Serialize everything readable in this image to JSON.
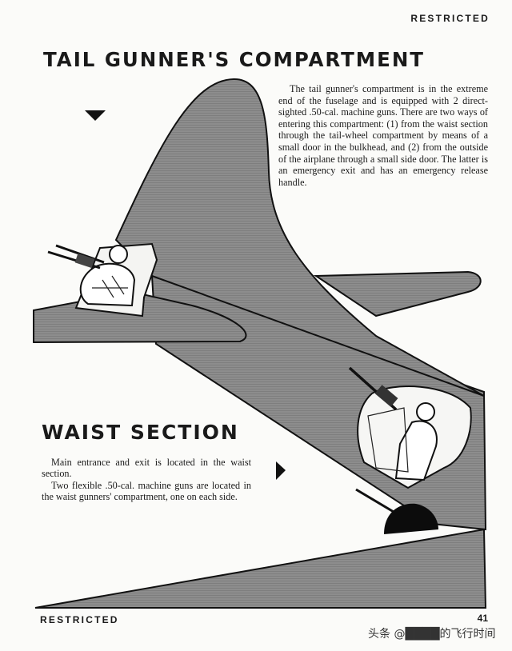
{
  "header": {
    "label": "RESTRICTED"
  },
  "footer": {
    "label": "RESTRICTED",
    "page_number": "41"
  },
  "tail_section": {
    "title": "TAIL GUNNER'S COMPARTMENT",
    "paragraph": "The tail gunner's compartment is in the extreme end of the fuselage and is equipped with 2 direct-sighted .50-cal. machine guns. There are two ways of entering this compartment: (1) from the waist section through the tail-wheel compartment by means of a small door in the bulkhead, and (2) from the outside of the airplane through a small side door. The latter is an emergency exit and has an emergency release handle."
  },
  "waist_section": {
    "title": "WAIST SECTION",
    "paragraphs": [
      "Main entrance and exit is located in the waist section.",
      "Two flexible .50-cal. machine guns are located in the waist gunners' compartment, one on each side."
    ]
  },
  "watermark": {
    "text": "头条 @████的飞行时间"
  },
  "colors": {
    "fuselage": "#8a8a8a",
    "outline": "#111111",
    "paper": "#fbfbf9"
  },
  "icons": [
    "down-arrow-icon",
    "right-arrow-icon"
  ]
}
